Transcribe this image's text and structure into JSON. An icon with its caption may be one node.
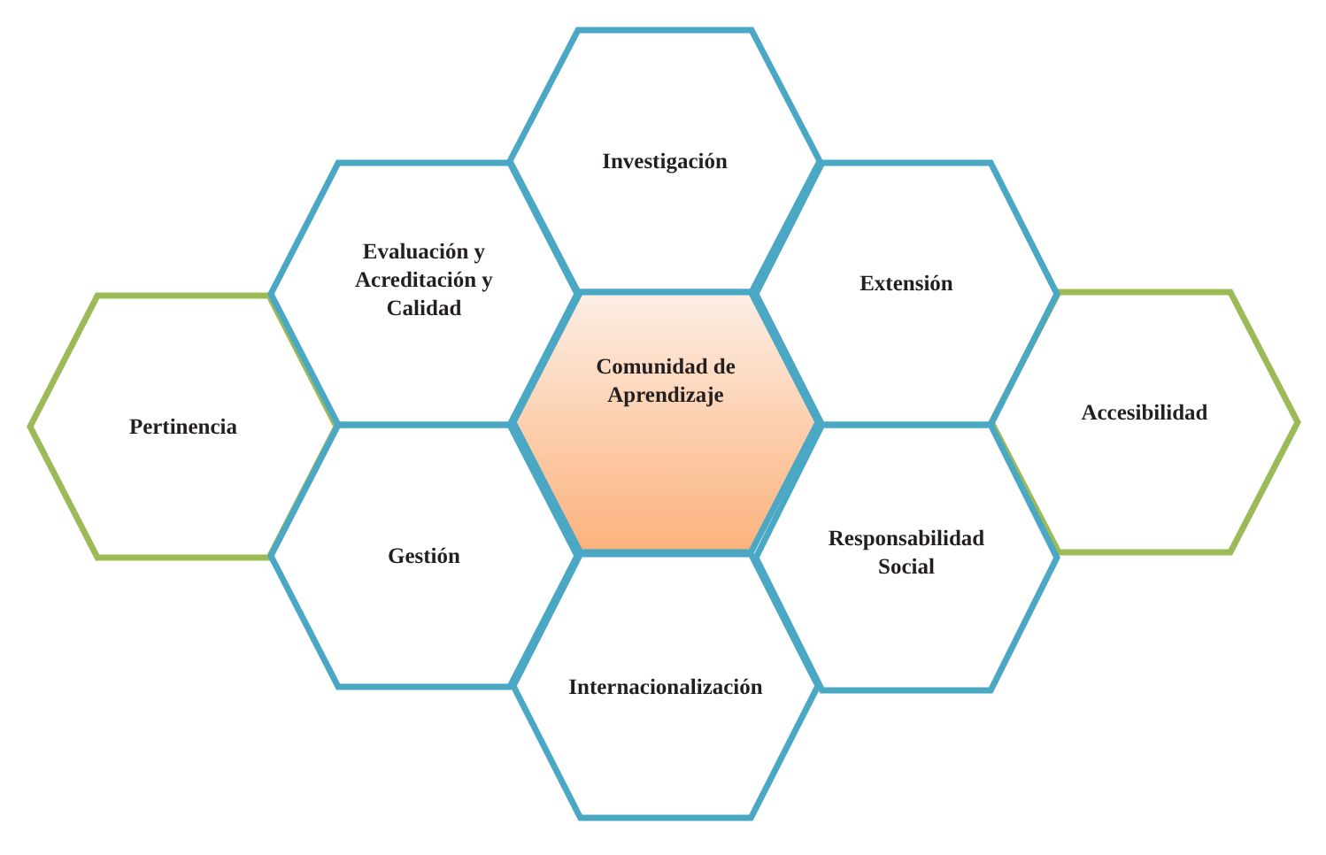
{
  "diagram": {
    "nodes": [
      {
        "text": [
          "Investigación"
        ]
      },
      {
        "text": [
          "Evaluación y Acreditación y Calidad"
        ]
      },
      {
        "text": [
          "Extensión"
        ]
      },
      {
        "text": [
          "Pertinencia"
        ]
      },
      {
        "text": [
          "Comunidad de Aprendizaje"
        ]
      },
      {
        "text": [
          "Accesibilidad"
        ]
      },
      {
        "text": [
          "Gestión"
        ]
      },
      {
        "text": [
          "Responsabilidad Social"
        ]
      },
      {
        "text": [
          "Internacionalización"
        ]
      }
    ]
  }
}
